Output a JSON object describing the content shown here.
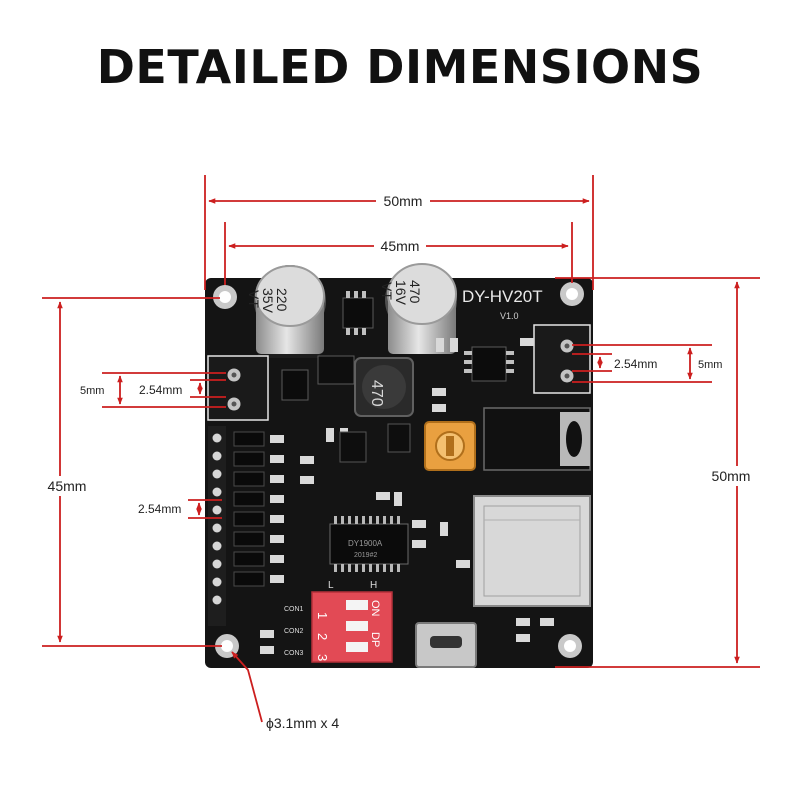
{
  "title": "DETAILED DIMENSIONS",
  "dimensions": {
    "width_outer": "50mm",
    "width_holes": "45mm",
    "height_holes": "45mm",
    "height_outer": "50mm",
    "left_terminal_span": "5mm",
    "left_terminal_pitch": "2.54mm",
    "right_terminal_pitch": "2.54mm",
    "right_terminal_span": "5mm",
    "header_pitch": "2.54mm",
    "hole_diameter": "ϕ3.1mm x 4"
  },
  "board": {
    "model": "DY-HV20T",
    "version": "V1.0",
    "cap_left": [
      "220",
      "35V",
      "VT"
    ],
    "cap_right": [
      "470",
      "16V",
      "VT"
    ],
    "inductor": "470",
    "chip": "DY1900A",
    "chip_code": "2019#2",
    "con_labels": [
      "CON1",
      "CON2",
      "CON3"
    ],
    "dip_low": "L",
    "dip_high": "H",
    "dip_on": "ON",
    "dip_dp": "DP",
    "dip_numbers": [
      "1",
      "2",
      "3"
    ]
  },
  "colors": {
    "dimension_line": "#cc1f1f",
    "board": "#141414",
    "dip_switch": "#e24a55",
    "trimpot": "#e9a040"
  }
}
